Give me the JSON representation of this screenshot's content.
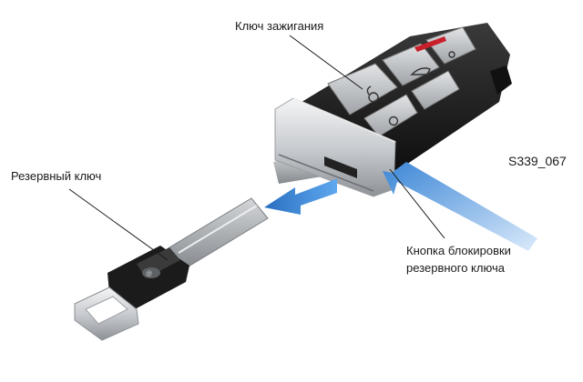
{
  "labels": {
    "ignition_key": "Ключ зажигания",
    "spare_key": "Резервный ключ",
    "release_button_line1": "Кнопка блокировки",
    "release_button_line2": "резервного ключа",
    "figure_code": "S339_067"
  },
  "colors": {
    "key_body": "#1c1c1c",
    "chrome": "#d6d9dc",
    "button_silver": "#c4c7ca",
    "arrow_blue": "#2f7fd0",
    "accent_red": "#c8202a",
    "blade": "#a9acb0"
  },
  "icons": [
    "lock-icon",
    "unlock-icon",
    "trunk-icon",
    "panic-icon"
  ]
}
